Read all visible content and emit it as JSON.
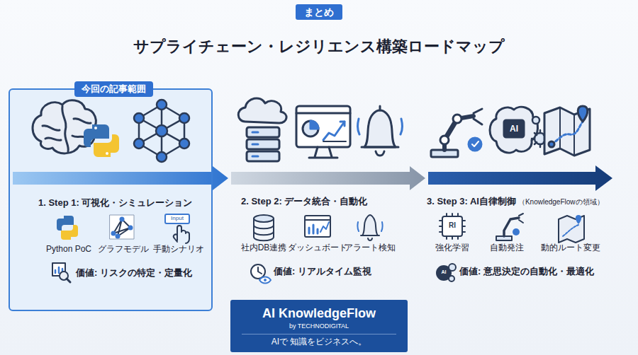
{
  "diagram": {
    "title": "サプライチェーン・レジリエンス構築ロードマップ",
    "nodes": [
      {
        "text": [
          "まとめ"
        ]
      },
      {
        "text": [
          "今回の記事範囲",
          "1. Step 1: 可視化・シミュレーション",
          "Python PoC",
          "グラフモデル",
          "手動シナリオ",
          "価値: リスクの特定・定量化"
        ]
      },
      {
        "text": [
          "AI KnowledgeFlow",
          "by TECHNODIGITAL",
          "AIで 知識をビジネスへ。"
        ]
      }
    ],
    "labels": [
      "2. Step 2: データ統合・自動化",
      "社内DB連携",
      "ダッシュボード",
      "アラート検知",
      "価値: リアルタイム監視",
      "3. Step 3: AI自律制御",
      "（KnowledgeFlowの領域）",
      "強化学習",
      "自動発注",
      "動的ルート変更",
      "価値: 意思決定の自動化・最適化",
      "Input",
      "AI",
      "RI",
      "AI"
    ]
  }
}
